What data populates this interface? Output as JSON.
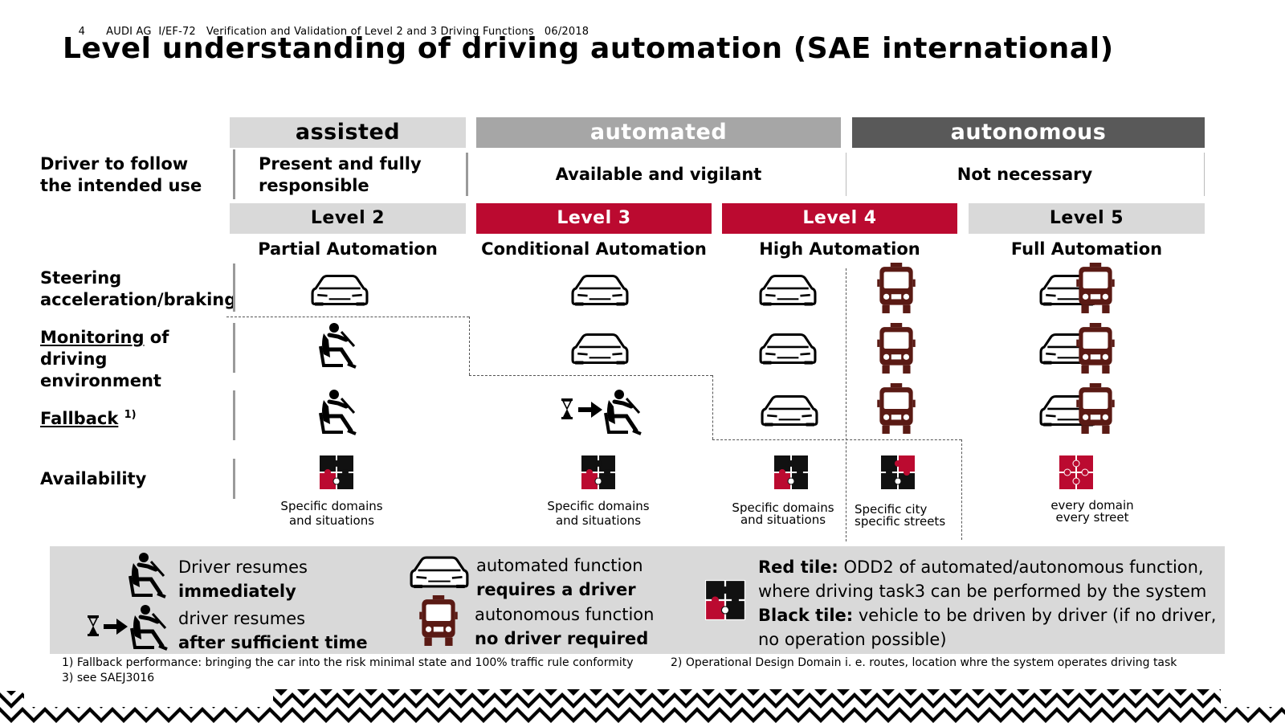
{
  "header": {
    "page_number": "4",
    "company": "AUDI AG",
    "department": "I/EF-72",
    "presentation": "Verification and Validation of Level 2 and 3 Driving Functions",
    "date": "06/2018"
  },
  "title": "Level understanding of driving automation (SAE international)",
  "categories": [
    {
      "label": "assisted",
      "color": "#d9d9d9",
      "text_color": "#000000"
    },
    {
      "label": "automated",
      "color": "#a6a6a6",
      "text_color": "#ffffff"
    },
    {
      "label": "autonomous",
      "color": "#595959",
      "text_color": "#ffffff"
    }
  ],
  "rows": {
    "driver": "Driver to follow the intended use",
    "steering": "Steering acceleration/braking",
    "monitoring_underlined": "Monitoring",
    "monitoring_rest": "of driving environment",
    "fallback": "Fallback",
    "fallback_note": "1)",
    "availability": "Availability"
  },
  "driver_status": [
    "Present and fully responsible",
    "Available and vigilant",
    "Not necessary"
  ],
  "levels": [
    {
      "label": "Level 2",
      "name": "Partial Automation",
      "style": "grey"
    },
    {
      "label": "Level 3",
      "name": "Conditional Automation",
      "style": "red"
    },
    {
      "label": "Level 4",
      "name": "High Automation",
      "style": "red"
    },
    {
      "label": "Level 5",
      "name": "Full Automation",
      "style": "grey"
    }
  ],
  "availability": {
    "l2": "Specific domains and situations",
    "l3": "Specific domains and situations",
    "l4a": "Specific domains and situations",
    "l4b": "Specific city specific streets",
    "l5": "every domain every street"
  },
  "legend": {
    "driver_resumes": "Driver resumes",
    "immediately": "immediately",
    "driver_resumes2": "driver resumes",
    "after_time": "after sufficient time",
    "automated_function": "automated function",
    "requires_driver": "requires a driver",
    "autonomous_function": "autonomous function",
    "no_driver": "no driver required",
    "red_tile_label": "Red tile:",
    "red_tile_text": "ODD2 of automated/autonomous function, where driving task3 can be performed by the system",
    "black_tile_label": "Black tile:",
    "black_tile_text": "vehicle to be driven by driver (if no driver, no operation possible)"
  },
  "footnotes": {
    "f1": "1) Fallback performance: bringing the car into the risk minimal state and 100% traffic rule conformity",
    "f2": "2) Operational Design Domain i. e. routes, location whre the system operates driving task",
    "f3": "3) see SAEJ3016"
  },
  "colors": {
    "audi_red": "#bb0a30",
    "bus_brown": "#5a1a14",
    "grey_light": "#d9d9d9"
  }
}
